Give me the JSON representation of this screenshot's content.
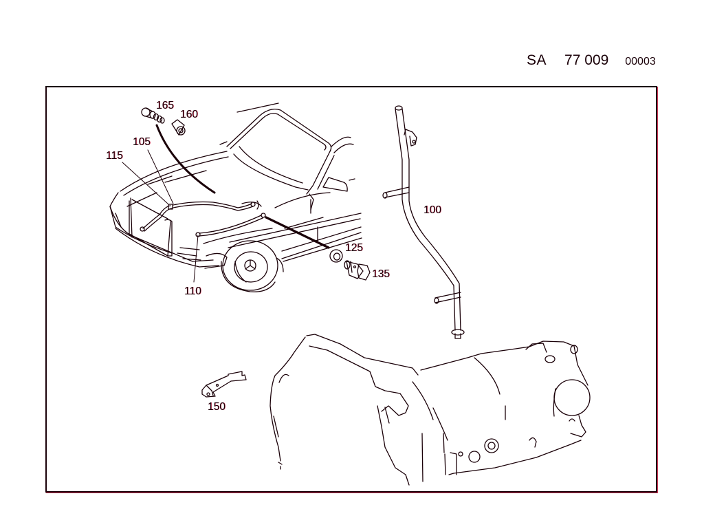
{
  "header": {
    "group_code": "SA",
    "group_number": "77 009",
    "sheet_number": "00003"
  },
  "colors": {
    "line": "#1a0008",
    "fringe": "#d23a5a",
    "background": "#ffffff"
  },
  "callouts": [
    {
      "id": "100",
      "label": "100",
      "part": "oil-filler-tube"
    },
    {
      "id": "105",
      "label": "105",
      "part": "hood-hose-connector"
    },
    {
      "id": "110",
      "label": "110",
      "part": "front-hose"
    },
    {
      "id": "115",
      "label": "115",
      "part": "grille-hose"
    },
    {
      "id": "125",
      "label": "125",
      "part": "seal-ring"
    },
    {
      "id": "135",
      "label": "135",
      "part": "hollow-bolt"
    },
    {
      "id": "150",
      "label": "150",
      "part": "bracket"
    },
    {
      "id": "160",
      "label": "160",
      "part": "sleeve"
    },
    {
      "id": "165",
      "label": "165",
      "part": "hollow-screw"
    }
  ]
}
